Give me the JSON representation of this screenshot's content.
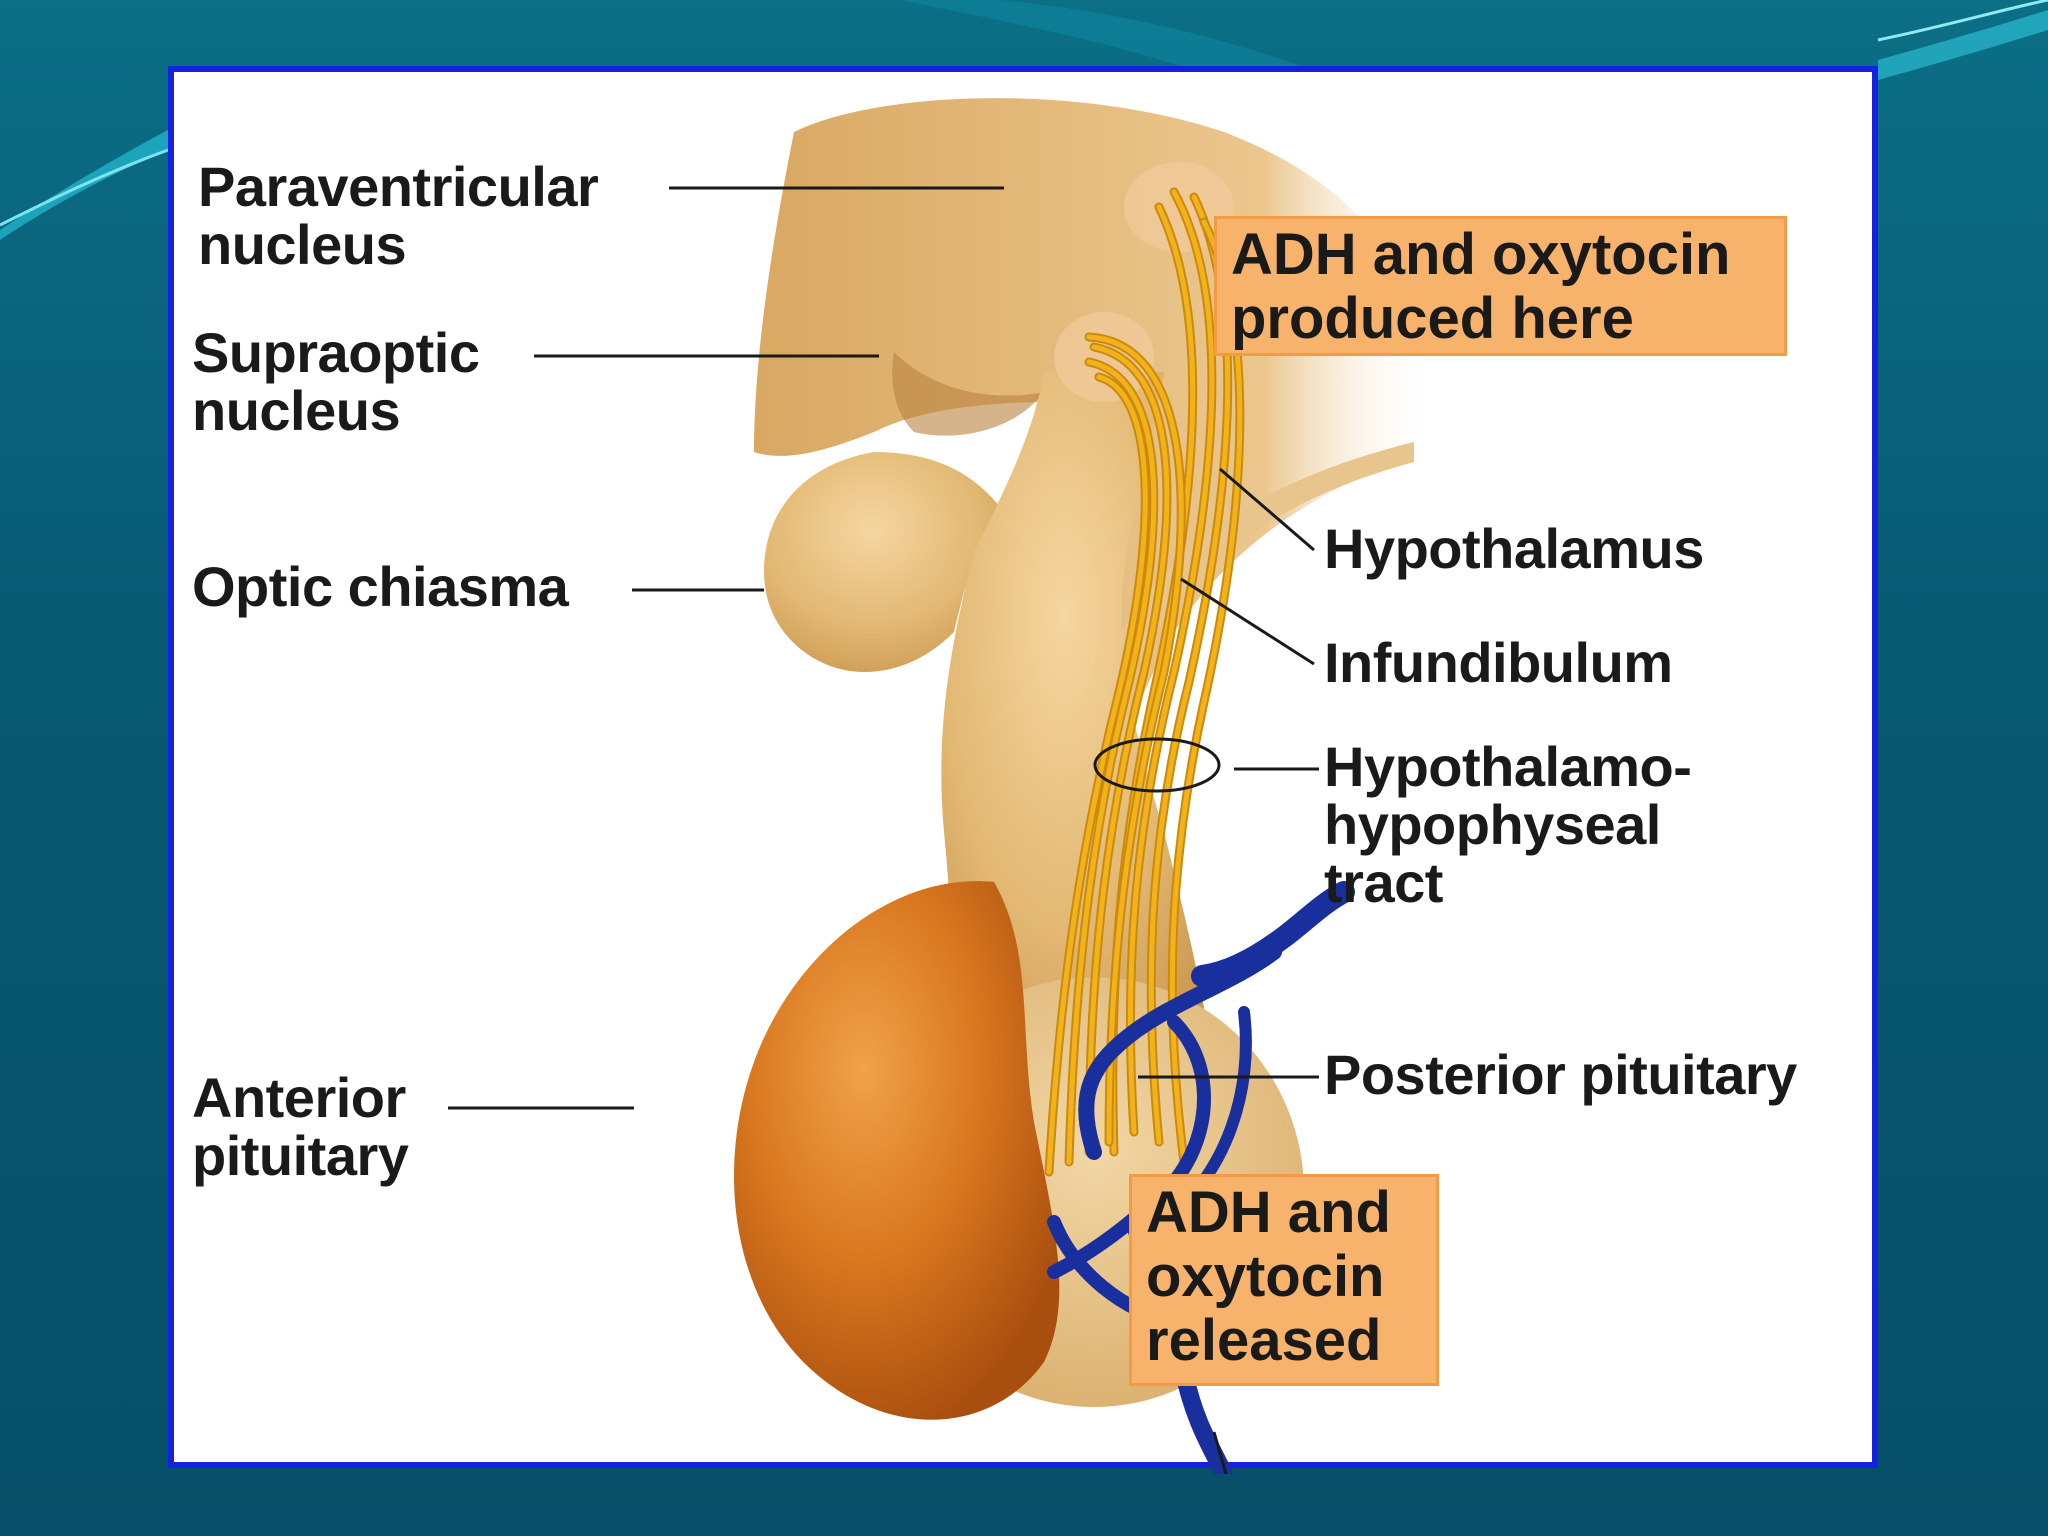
{
  "labels": {
    "paraventricular": "Paraventricular\nnucleus",
    "supraoptic": "Supraoptic\nnucleus",
    "optic_chiasma": "Optic chiasma",
    "anterior_pituitary": "Anterior\npituitary",
    "hypothalamus": "Hypothalamus",
    "infundibulum": "Infundibulum",
    "tract": "Hypothalamo-\nhypophyseal\ntract",
    "posterior_pituitary": "Posterior pituitary"
  },
  "callouts": {
    "produced": "ADH and oxytocin\nproduced here",
    "released": "ADH and\noxytocin\nreleased"
  },
  "colors": {
    "frame_border": "#1621e0",
    "callout_fill": "#f7b26b",
    "tissue": "#e2b873",
    "anterior_lobe": "#d9781f",
    "neuron_fibers": "#f4b21a",
    "blood_vessel": "#1a2f9e"
  }
}
